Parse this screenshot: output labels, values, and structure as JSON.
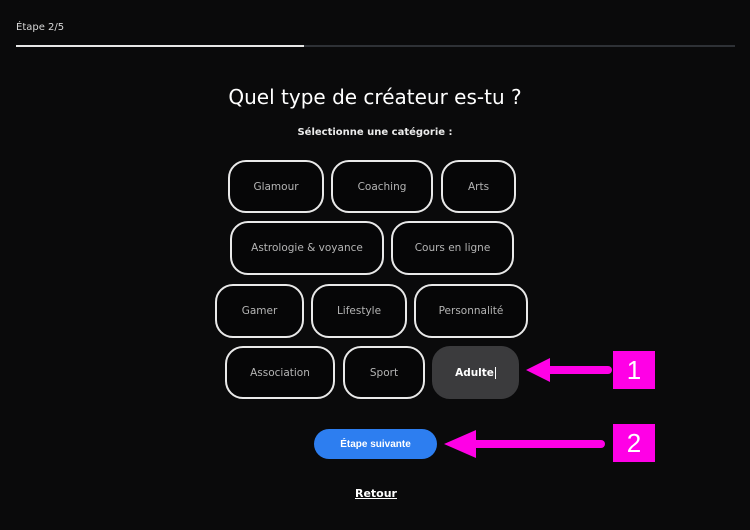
{
  "header": {
    "step_label": "Étape 2/5",
    "progress_fraction": 0.4
  },
  "main": {
    "title": "Quel type de créateur es-tu ?",
    "subtitle": "Sélectionne une catégorie :",
    "categories": [
      {
        "label": "Glamour",
        "selected": false
      },
      {
        "label": "Coaching",
        "selected": false
      },
      {
        "label": "Arts",
        "selected": false
      },
      {
        "label": "Astrologie & voyance",
        "selected": false
      },
      {
        "label": "Cours en ligne",
        "selected": false
      },
      {
        "label": "Gamer",
        "selected": false
      },
      {
        "label": "Lifestyle",
        "selected": false
      },
      {
        "label": "Personnalité",
        "selected": false
      },
      {
        "label": "Association",
        "selected": false
      },
      {
        "label": "Sport",
        "selected": false
      },
      {
        "label": "Adulte",
        "selected": true
      }
    ],
    "next_label": "Étape suivante",
    "back_label": "Retour"
  },
  "annotations": {
    "badge_1": "1",
    "badge_2": "2",
    "color": "#ff00e6"
  },
  "colors": {
    "background": "#0a0a0b",
    "accent": "#2d7ef0",
    "selected_pill": "#3b3b3d"
  }
}
